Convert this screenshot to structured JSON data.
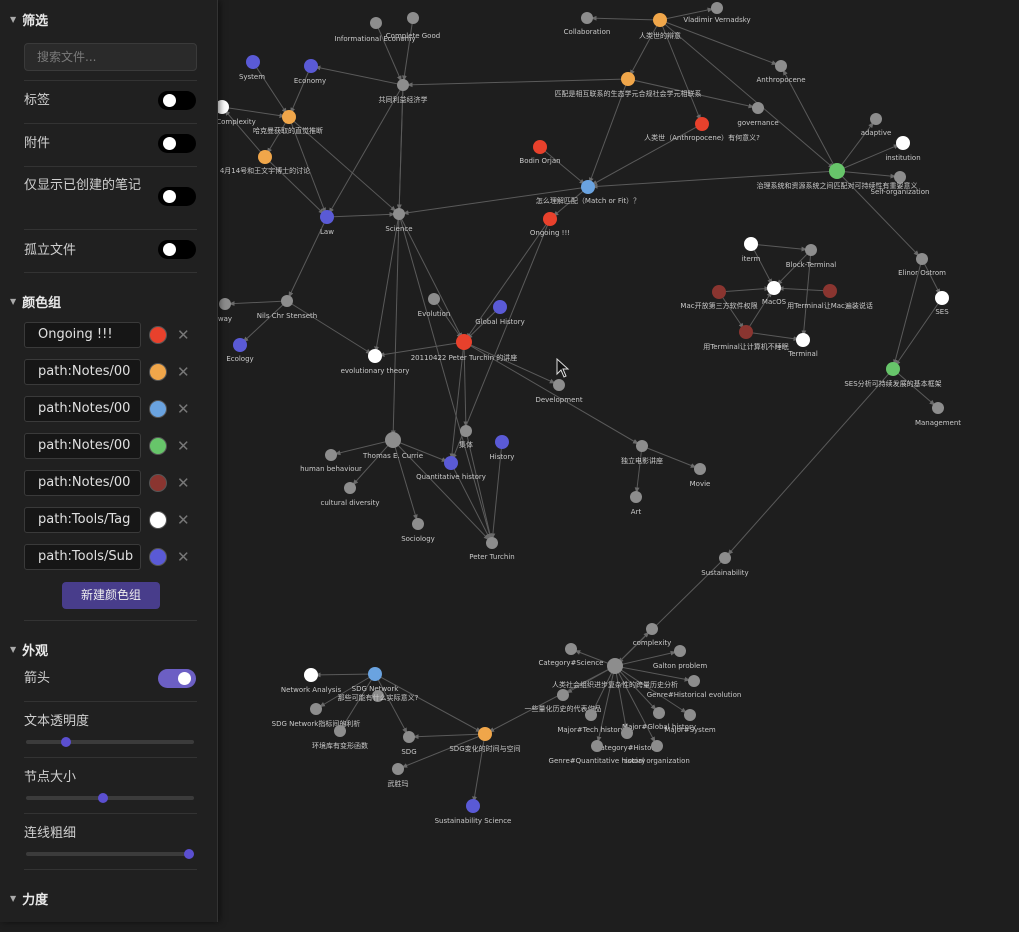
{
  "filters": {
    "title": "筛选",
    "search_placeholder": "搜索文件...",
    "tags_label": "标签",
    "attachments_label": "附件",
    "existing_only_label": "仅显示已创建的笔记",
    "orphans_label": "孤立文件",
    "tags_on": false,
    "attachments_on": false,
    "existing_only_on": false,
    "orphans_on": false
  },
  "groups": {
    "title": "颜色组",
    "items": [
      {
        "query": "Ongoing !!!",
        "color": "#e8412c"
      },
      {
        "query": "path:Notes/00",
        "color": "#f0a64a"
      },
      {
        "query": "path:Notes/00",
        "color": "#6aa3e0"
      },
      {
        "query": "path:Notes/00",
        "color": "#67c56a"
      },
      {
        "query": "path:Notes/00",
        "color": "#8a3530"
      },
      {
        "query": "path:Tools/Tag",
        "color": "#ffffff"
      },
      {
        "query": "path:Tools/Sub",
        "color": "#5a5ad6"
      }
    ],
    "new_button": "新建颜色组"
  },
  "display": {
    "title": "外观",
    "arrows_label": "箭头",
    "arrows_on": true,
    "text_fade_label": "文本透明度",
    "text_fade_value": 0.24,
    "node_size_label": "节点大小",
    "node_size_value": 0.46,
    "link_thickness_label": "连线粗细",
    "link_thickness_value": 0.97
  },
  "forces": {
    "title": "力度"
  },
  "colors": {
    "gray": "#8d8d8d",
    "white": "#ffffff",
    "red": "#e8412c",
    "orange": "#f0a64a",
    "blue": "#6aa3e0",
    "green": "#67c56a",
    "darkred": "#8a3530",
    "purple": "#5a5ad6"
  },
  "graph": {
    "nodes": [
      {
        "id": "ie",
        "label": "Informational Economy",
        "c": "gray"
      },
      {
        "id": "cg",
        "label": "Complete Good",
        "c": "gray"
      },
      {
        "id": "sys",
        "label": "System",
        "c": "purple"
      },
      {
        "id": "eco",
        "label": "Economy",
        "c": "purple"
      },
      {
        "id": "gx",
        "label": "共同利益经济学",
        "c": "gray"
      },
      {
        "id": "cx",
        "label": "Complexity",
        "c": "white"
      },
      {
        "id": "zg",
        "label": "哈克曼获取的直觉推断",
        "c": "orange"
      },
      {
        "id": "m14",
        "label": "4月14号和王文宇博士的讨论",
        "c": "orange"
      },
      {
        "id": "law",
        "label": "Law",
        "c": "purple"
      },
      {
        "id": "sci",
        "label": "Science",
        "c": "gray"
      },
      {
        "id": "col",
        "label": "Collaboration",
        "c": "gray"
      },
      {
        "id": "rl",
        "label": "人类世的辩意",
        "c": "orange"
      },
      {
        "id": "vv",
        "label": "Vladimir Vernadsky",
        "c": "gray"
      },
      {
        "id": "pp",
        "label": "匹配是相互联系的生态学元合规社会学元相联系",
        "c": "orange"
      },
      {
        "id": "ant",
        "label": "Anthropocene",
        "c": "gray"
      },
      {
        "id": "gov",
        "label": "governance",
        "c": "gray"
      },
      {
        "id": "rls",
        "label": "人类世（Anthropocene）有何意义?",
        "c": "red"
      },
      {
        "id": "ada",
        "label": "adaptive",
        "c": "gray"
      },
      {
        "id": "ins",
        "label": "institution",
        "c": "white"
      },
      {
        "id": "zl",
        "label": "治理系统和资源系统之间匹配对可持续性有重要意义",
        "c": "green"
      },
      {
        "id": "so",
        "label": "Self-organization",
        "c": "gray"
      },
      {
        "id": "bo",
        "label": "Bodin Orjan",
        "c": "red"
      },
      {
        "id": "mf",
        "label": "怎么理解匹配（Match or Fit）？",
        "c": "blue"
      },
      {
        "id": "on",
        "label": "Ongoing !!!",
        "c": "red"
      },
      {
        "id": "way",
        "label": "way",
        "c": "gray"
      },
      {
        "id": "ns",
        "label": "Nils Chr Stenseth",
        "c": "gray"
      },
      {
        "id": "ecol",
        "label": "Ecology",
        "c": "purple"
      },
      {
        "id": "evo",
        "label": "Evolution",
        "c": "gray"
      },
      {
        "id": "gh",
        "label": "Global History",
        "c": "purple"
      },
      {
        "id": "pt2",
        "label": "20110422 Peter Turchin 的讲座",
        "c": "red"
      },
      {
        "id": "et",
        "label": "evolutionary theory",
        "c": "white"
      },
      {
        "id": "dev",
        "label": "Development",
        "c": "gray"
      },
      {
        "id": "iterm",
        "label": "iterm",
        "c": "white"
      },
      {
        "id": "bt",
        "label": "Block-Terminal",
        "c": "gray"
      },
      {
        "id": "mac",
        "label": "MacOS",
        "c": "white"
      },
      {
        "id": "mk",
        "label": "Mac开放第三方软件权限",
        "c": "darkred"
      },
      {
        "id": "tm",
        "label": "用Terminal让Mac遍装说话",
        "c": "darkred"
      },
      {
        "id": "tz",
        "label": "用Terminal让计算机不睡眠",
        "c": "darkred"
      },
      {
        "id": "term",
        "label": "Terminal",
        "c": "white"
      },
      {
        "id": "eo",
        "label": "Elinor Ostrom",
        "c": "gray"
      },
      {
        "id": "ses",
        "label": "SES",
        "c": "white"
      },
      {
        "id": "sesa",
        "label": "SES分析可持续发展的基本框架",
        "c": "green"
      },
      {
        "id": "mgmt",
        "label": "Management",
        "c": "gray"
      },
      {
        "id": "tc",
        "label": "Thomas E. Currie",
        "c": "gray"
      },
      {
        "id": "hb",
        "label": "human behaviour",
        "c": "gray"
      },
      {
        "id": "cd",
        "label": "cultural diversity",
        "c": "gray"
      },
      {
        "id": "qh",
        "label": "Quantitative history",
        "c": "purple"
      },
      {
        "id": "fz",
        "label": "集体",
        "c": "gray"
      },
      {
        "id": "his",
        "label": "History",
        "c": "purple"
      },
      {
        "id": "soc",
        "label": "Sociology",
        "c": "gray"
      },
      {
        "id": "ptu",
        "label": "Peter Turchin",
        "c": "gray"
      },
      {
        "id": "dl",
        "label": "独立电影讲座",
        "c": "gray"
      },
      {
        "id": "mov",
        "label": "Movie",
        "c": "gray"
      },
      {
        "id": "art",
        "label": "Art",
        "c": "gray"
      },
      {
        "id": "sus",
        "label": "Sustainability",
        "c": "gray"
      },
      {
        "id": "cps",
        "label": "complexity",
        "c": "gray"
      },
      {
        "id": "cs",
        "label": "Category#Science",
        "c": "gray"
      },
      {
        "id": "rs",
        "label": "人类社会组织进步复杂性的跨量历史分析",
        "c": "gray"
      },
      {
        "id": "gp",
        "label": "Galton problem",
        "c": "gray"
      },
      {
        "id": "ghe",
        "label": "Genre#Historical evolution",
        "c": "gray"
      },
      {
        "id": "lh",
        "label": "一些量化历史的代表作品",
        "c": "gray"
      },
      {
        "id": "mth",
        "label": "Major#Tech history",
        "c": "gray"
      },
      {
        "id": "mgh",
        "label": "Major#Global history",
        "c": "gray"
      },
      {
        "id": "ms",
        "label": "Major#System",
        "c": "gray"
      },
      {
        "id": "ch",
        "label": "Category#History",
        "c": "gray"
      },
      {
        "id": "gqh",
        "label": "Genre#Quantitative history",
        "c": "gray"
      },
      {
        "id": "so2",
        "label": "social organization",
        "c": "gray"
      },
      {
        "id": "na",
        "label": "Network Analysis",
        "c": "white"
      },
      {
        "id": "sdn",
        "label": "SDG Network",
        "c": "blue"
      },
      {
        "id": "sdq",
        "label": "那些可能有什么实际意义?",
        "c": "gray"
      },
      {
        "id": "sdi",
        "label": "SDG Network指标间的利析",
        "c": "gray"
      },
      {
        "id": "hx",
        "label": "环境库有变形函数",
        "c": "gray"
      },
      {
        "id": "sdg",
        "label": "SDG",
        "c": "gray"
      },
      {
        "id": "sdc",
        "label": "SDG变化的时间与空间",
        "c": "orange"
      },
      {
        "id": "wt",
        "label": "武胜玛",
        "c": "gray"
      },
      {
        "id": "ssc",
        "label": "Sustainability Science",
        "c": "purple"
      }
    ]
  }
}
